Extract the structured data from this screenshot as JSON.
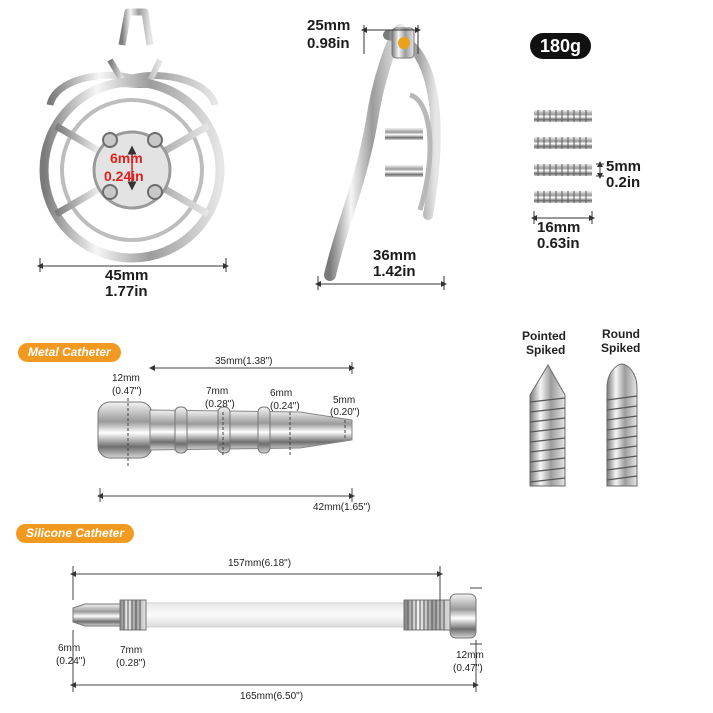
{
  "badge": {
    "weight": "180g"
  },
  "cage": {
    "hole_mm": "6mm",
    "hole_in": "0.24in",
    "width_mm": "45mm",
    "width_in": "1.77in"
  },
  "side": {
    "top_mm": "25mm",
    "top_in": "0.98in",
    "depth_mm": "36mm",
    "depth_in": "1.42in"
  },
  "screws": {
    "pitch_mm": "5mm",
    "pitch_in": "0.2in",
    "length_mm": "16mm",
    "length_in": "0.63in"
  },
  "metal_catheter": {
    "tag": "Metal Catheter",
    "d_head": "12mm",
    "d_head_in": "(0.47\")",
    "d_ring": "7mm",
    "d_ring_in": "(0.28\")",
    "d_body": "6mm",
    "d_body_in": "(0.24\")",
    "d_tip": "5mm",
    "d_tip_in": "(0.20\")",
    "len_inner": "35mm(1.38\")",
    "len_total": "42mm(1.65\")"
  },
  "tips": {
    "pointed_line1": "Pointed",
    "pointed_line2": "Spiked",
    "round_line1": "Round",
    "round_line2": "Spiked"
  },
  "silicone_catheter": {
    "tag": "Silicone Catheter",
    "len_inner": "157mm(6.18\")",
    "len_total": "165mm(6.50\")",
    "d_tip": "6mm",
    "d_tip_in": "(0.24\")",
    "d_thread": "7mm",
    "d_thread_in": "(0.28\")",
    "d_head": "12mm",
    "d_head_in": "(0.47\")"
  }
}
